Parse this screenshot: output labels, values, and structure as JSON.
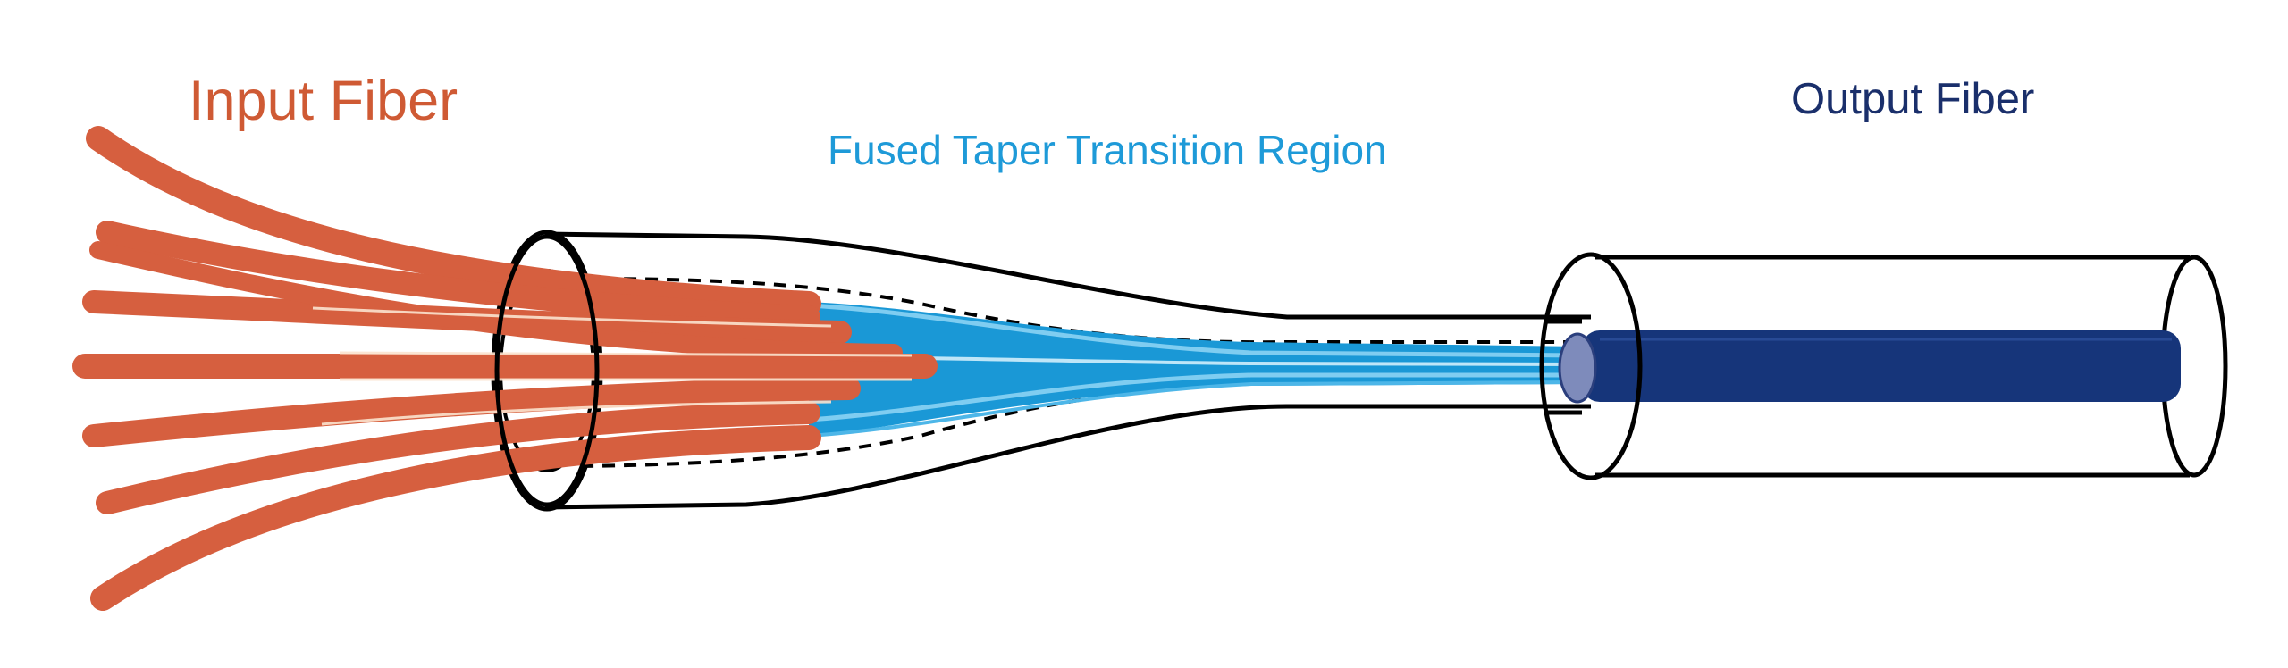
{
  "labels": {
    "input_fiber": "Input Fiber",
    "taper_region": "Fused Taper Transition Region",
    "output_fiber": "Output Fiber"
  },
  "colors": {
    "input": "#d65f3f",
    "input_label": "#cf5a34",
    "taper": "#1a98d6",
    "taper_label": "#1e9ad8",
    "output": "#16357a",
    "output_label": "#1a2f6b",
    "outline": "#000000",
    "background": "#ffffff"
  },
  "components": {
    "input_fiber_count": 8
  }
}
